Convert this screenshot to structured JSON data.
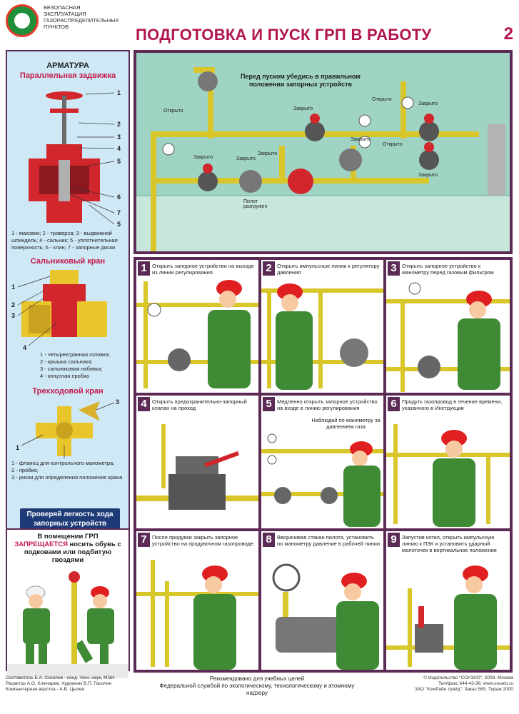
{
  "header": {
    "logo_icon": "safety-seal-icon",
    "org_lines": [
      "Безопасная",
      "эксплуатация",
      "газораспределительных",
      "пунктов"
    ],
    "title": "ПОДГОТОВКА И ПУСК ГРП В РАБОТУ",
    "page_number": "2"
  },
  "left": {
    "section_title": "АРМАТУРА",
    "gate_valve": {
      "title": "Параллельная задвижка",
      "callouts": [
        "1",
        "2",
        "3",
        "4",
        "5",
        "6",
        "7",
        "5"
      ],
      "caption": "1 - маховик; 2 - траверса; 3 - выдвижной шпиндель; 4 - сальник; 5 - уплотнительная поверхность; 6 - клин; 7 - запорные диски"
    },
    "gland_cock": {
      "title": "Сальниковый кран",
      "callouts": [
        "1",
        "2",
        "3",
        "4"
      ],
      "caption_lines": [
        "1 - четырехгранная головка;",
        "2 - крышка сальника;",
        "3 - сальниковая набивка;",
        "4 - конусная пробка"
      ]
    },
    "three_way": {
      "title": "Трехходовой кран",
      "callouts": [
        "1",
        "2",
        "3"
      ],
      "caption_lines": [
        "1 - фланец для контрольного манометра;",
        "2 - пробка;",
        "3 - риски для определения положения крана"
      ]
    },
    "check_button": "Проверяй легкость хода запорных устройств"
  },
  "prohibit": {
    "prefix": "В помещении ГРП ",
    "highlight": "ЗАПРЕЩАЕТСЯ",
    "suffix": " носить обувь с подковами или подбитую гвоздями"
  },
  "main": {
    "note": "Перед пуском убедись в правильном положении запорных устройств",
    "labels": {
      "open1": "Открыто",
      "closed1": "Закрыто",
      "open2": "Открыто",
      "closed2": "Закрыто",
      "closed3": "Закрыто",
      "closed4": "Закрыто",
      "closed5": "Закрыто",
      "open3": "Открыто",
      "closed6": "Закрыто",
      "closed7": "Закрыто",
      "pilot": "Пилот разгружен"
    }
  },
  "steps": [
    {
      "n": "1",
      "text": "Открыть запорное устройство на выходе из линии регулирования"
    },
    {
      "n": "2",
      "text": "Открыть импульсные линии к регулятору давления"
    },
    {
      "n": "3",
      "text": "Открыть запорное устройство к манометру перед газовым фильтром"
    },
    {
      "n": "4",
      "text": "Открыть предохранительно-запорный клапан на проход"
    },
    {
      "n": "5",
      "text": "Медленно открыть запорное устройство на входе в линию регулирования",
      "extra": "Наблюдай по манометру за давлением газа"
    },
    {
      "n": "6",
      "text": "Продуть газопровод в течение времени, указанного в Инструкции"
    },
    {
      "n": "7",
      "text": "После продувки закрыть запорное устройство на продувочном газопроводе"
    },
    {
      "n": "8",
      "text": "Вворачивая стакан пилота, установить по манометру давление в рабочей линии"
    },
    {
      "n": "9",
      "text": "Запустив котел, открыть импульсную линию к ПЗК и установить ударный молоточек в вертикальное положение"
    }
  ],
  "footer": {
    "credits": [
      "Составитель Б.А. Соколов - канд. техн. наук, МЭИ",
      "Редактор А.О. Ключарев. Художник В.П. Гасилин",
      "Компьютерная верстка - А.В. Цылев"
    ],
    "recommend": [
      "Рекомендовано для учебных целей",
      "Федеральной службой по экологическому, технологическому и атомному надзору"
    ],
    "publisher": [
      "© Издательство \"СОУЭЛО\", 2008. Москва",
      "Тел/факс 644-43-36; www.souelo.ru",
      "ЗАО \"КомЛайн трейд\". Заказ 565. Тираж 2000"
    ]
  },
  "colors": {
    "frame": "#5c2b55",
    "title": "#b1144f",
    "pipe": "#d9c62b",
    "helmet": "#e02020",
    "worker": "#3f8a35",
    "panel_bg": "#cfe8f5"
  }
}
